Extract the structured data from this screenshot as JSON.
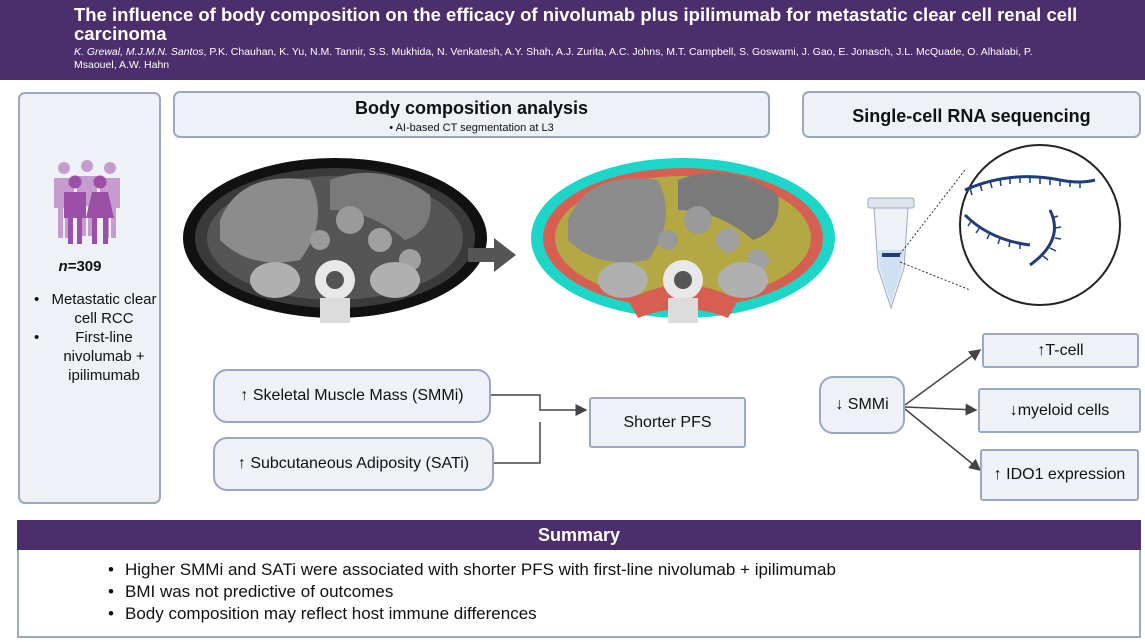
{
  "header": {
    "title": "The influence of body composition on the efficacy of nivolumab plus ipilimumab for metastatic clear cell renal cell carcinoma",
    "authors_italic": "K. Grewal, M.J.M.N. Santos",
    "authors_rest": ", P.K. Chauhan, K. Yu, N.M. Tannir, S.S. Mukhida, N. Venkatesh, A.Y. Shah, A.J. Zurita, A.C. Johns, M.T. Campbell, S. Goswami, J. Gao, E. Jonasch, J.L. McQuade, O. Alhalabi, P. Msaouel, A.W. Hahn"
  },
  "cohort": {
    "n_prefix": "n",
    "n_value": "=309",
    "items": [
      "Metastatic clear cell RCC",
      "First-line nivolumab + ipilimumab"
    ]
  },
  "body_composition": {
    "title": "Body composition analysis",
    "subtitle": "AI-based CT segmentation at L3"
  },
  "scrna": {
    "title": "Single-cell RNA sequencing"
  },
  "findings": {
    "smm": "↑ Skeletal Muscle Mass (SMMi)",
    "sat": "↑ Subcutaneous Adiposity (SATi)",
    "outcome": "Shorter PFS"
  },
  "sc_findings": {
    "source": "↓ SMMi",
    "tcell": "↑T-cell",
    "myeloid": "↓myeloid cells",
    "ido1": "↑ IDO1 expression"
  },
  "summary": {
    "title": "Summary",
    "bullet": "•",
    "items": [
      "Higher SMMi and SATi were associated with shorter PFS with first-line nivolumab + ipilimumab",
      "BMI was not predictive of outcomes",
      "Body composition may reflect host immune differences"
    ]
  },
  "colors": {
    "header_bg": "#4b2e6b",
    "box_bg": "#eef1f6",
    "box_border": "#9aa9c2",
    "people": "#9b4fa7",
    "muscle": "#d65f52",
    "subcutaneous_fat": "#1ed6c8",
    "visceral_fat": "#b4a844",
    "rna_strand": "#1f3d7a"
  }
}
